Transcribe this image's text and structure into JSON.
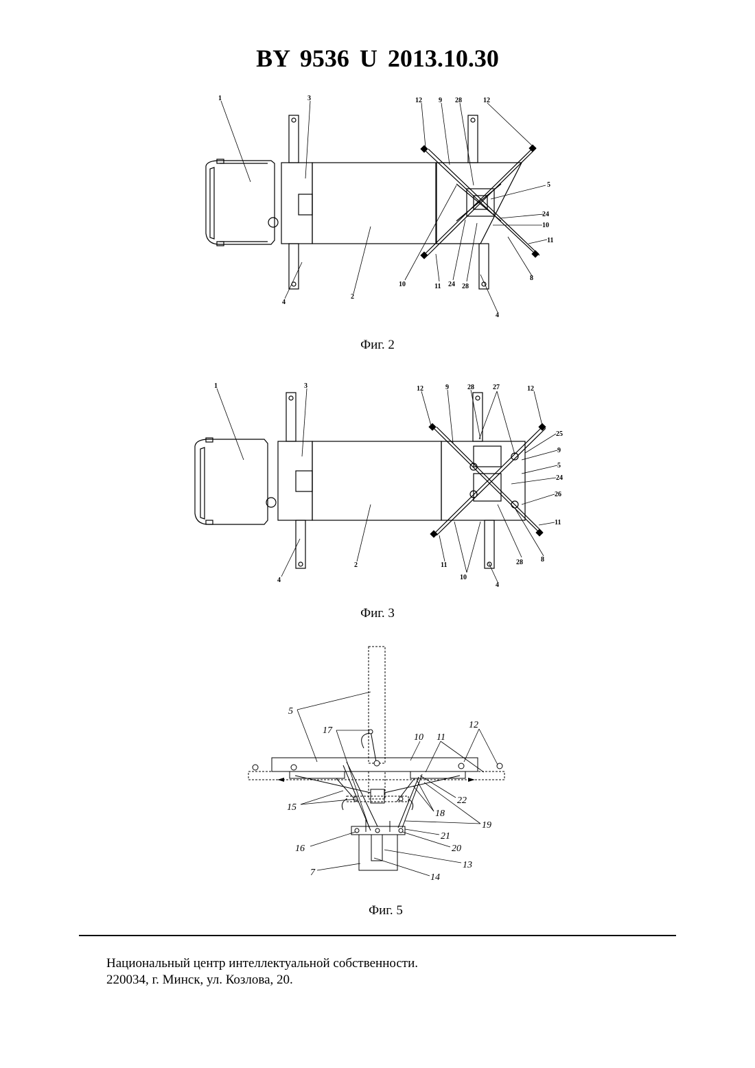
{
  "document": {
    "header": "BY  9536  U  2013.10.30"
  },
  "figures": [
    {
      "caption": "Фиг. 2",
      "labels": [
        "1",
        "3",
        "12",
        "9",
        "28",
        "12",
        "5",
        "24",
        "10",
        "11",
        "8",
        "4",
        "28",
        "24",
        "11",
        "10",
        "2",
        "4"
      ]
    },
    {
      "caption": "Фиг. 3",
      "labels": [
        "1",
        "3",
        "12",
        "9",
        "28",
        "27",
        "12",
        "25",
        "9",
        "5",
        "24",
        "26",
        "11",
        "8",
        "28",
        "4",
        "10",
        "11",
        "2",
        "4"
      ]
    },
    {
      "caption": "Фиг. 5",
      "labels": [
        "5",
        "17",
        "10",
        "11",
        "12",
        "15",
        "18",
        "22",
        "19",
        "21",
        "16",
        "20",
        "13",
        "7",
        "14"
      ]
    }
  ],
  "footer": {
    "line1": "Национальный центр интеллектуальной собственности.",
    "line2": "220034, г. Минск, ул. Козлова, 20."
  }
}
